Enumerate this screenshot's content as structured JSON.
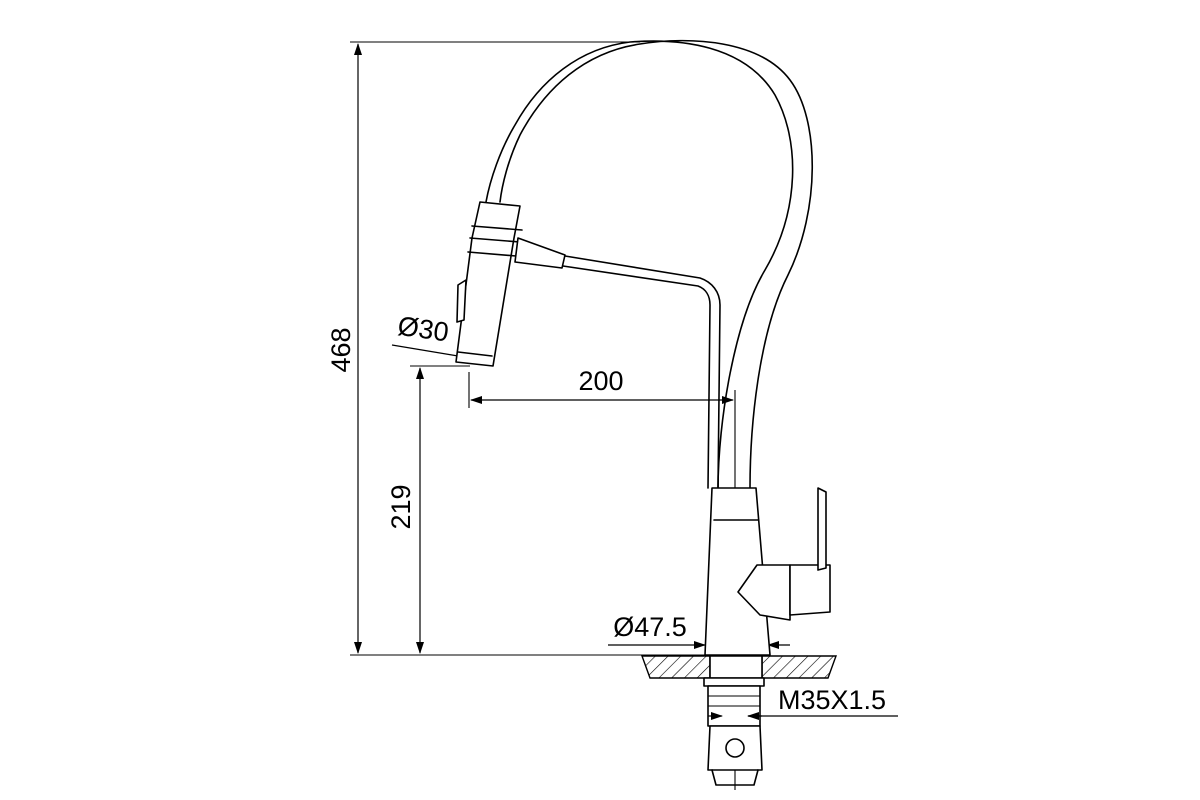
{
  "diagram": {
    "dimensions": {
      "total_height": "468",
      "spout_height": "219",
      "reach": "200",
      "spray_head_diameter": "Ø30",
      "base_diameter": "Ø47.5",
      "thread": "M35X1.5"
    }
  }
}
